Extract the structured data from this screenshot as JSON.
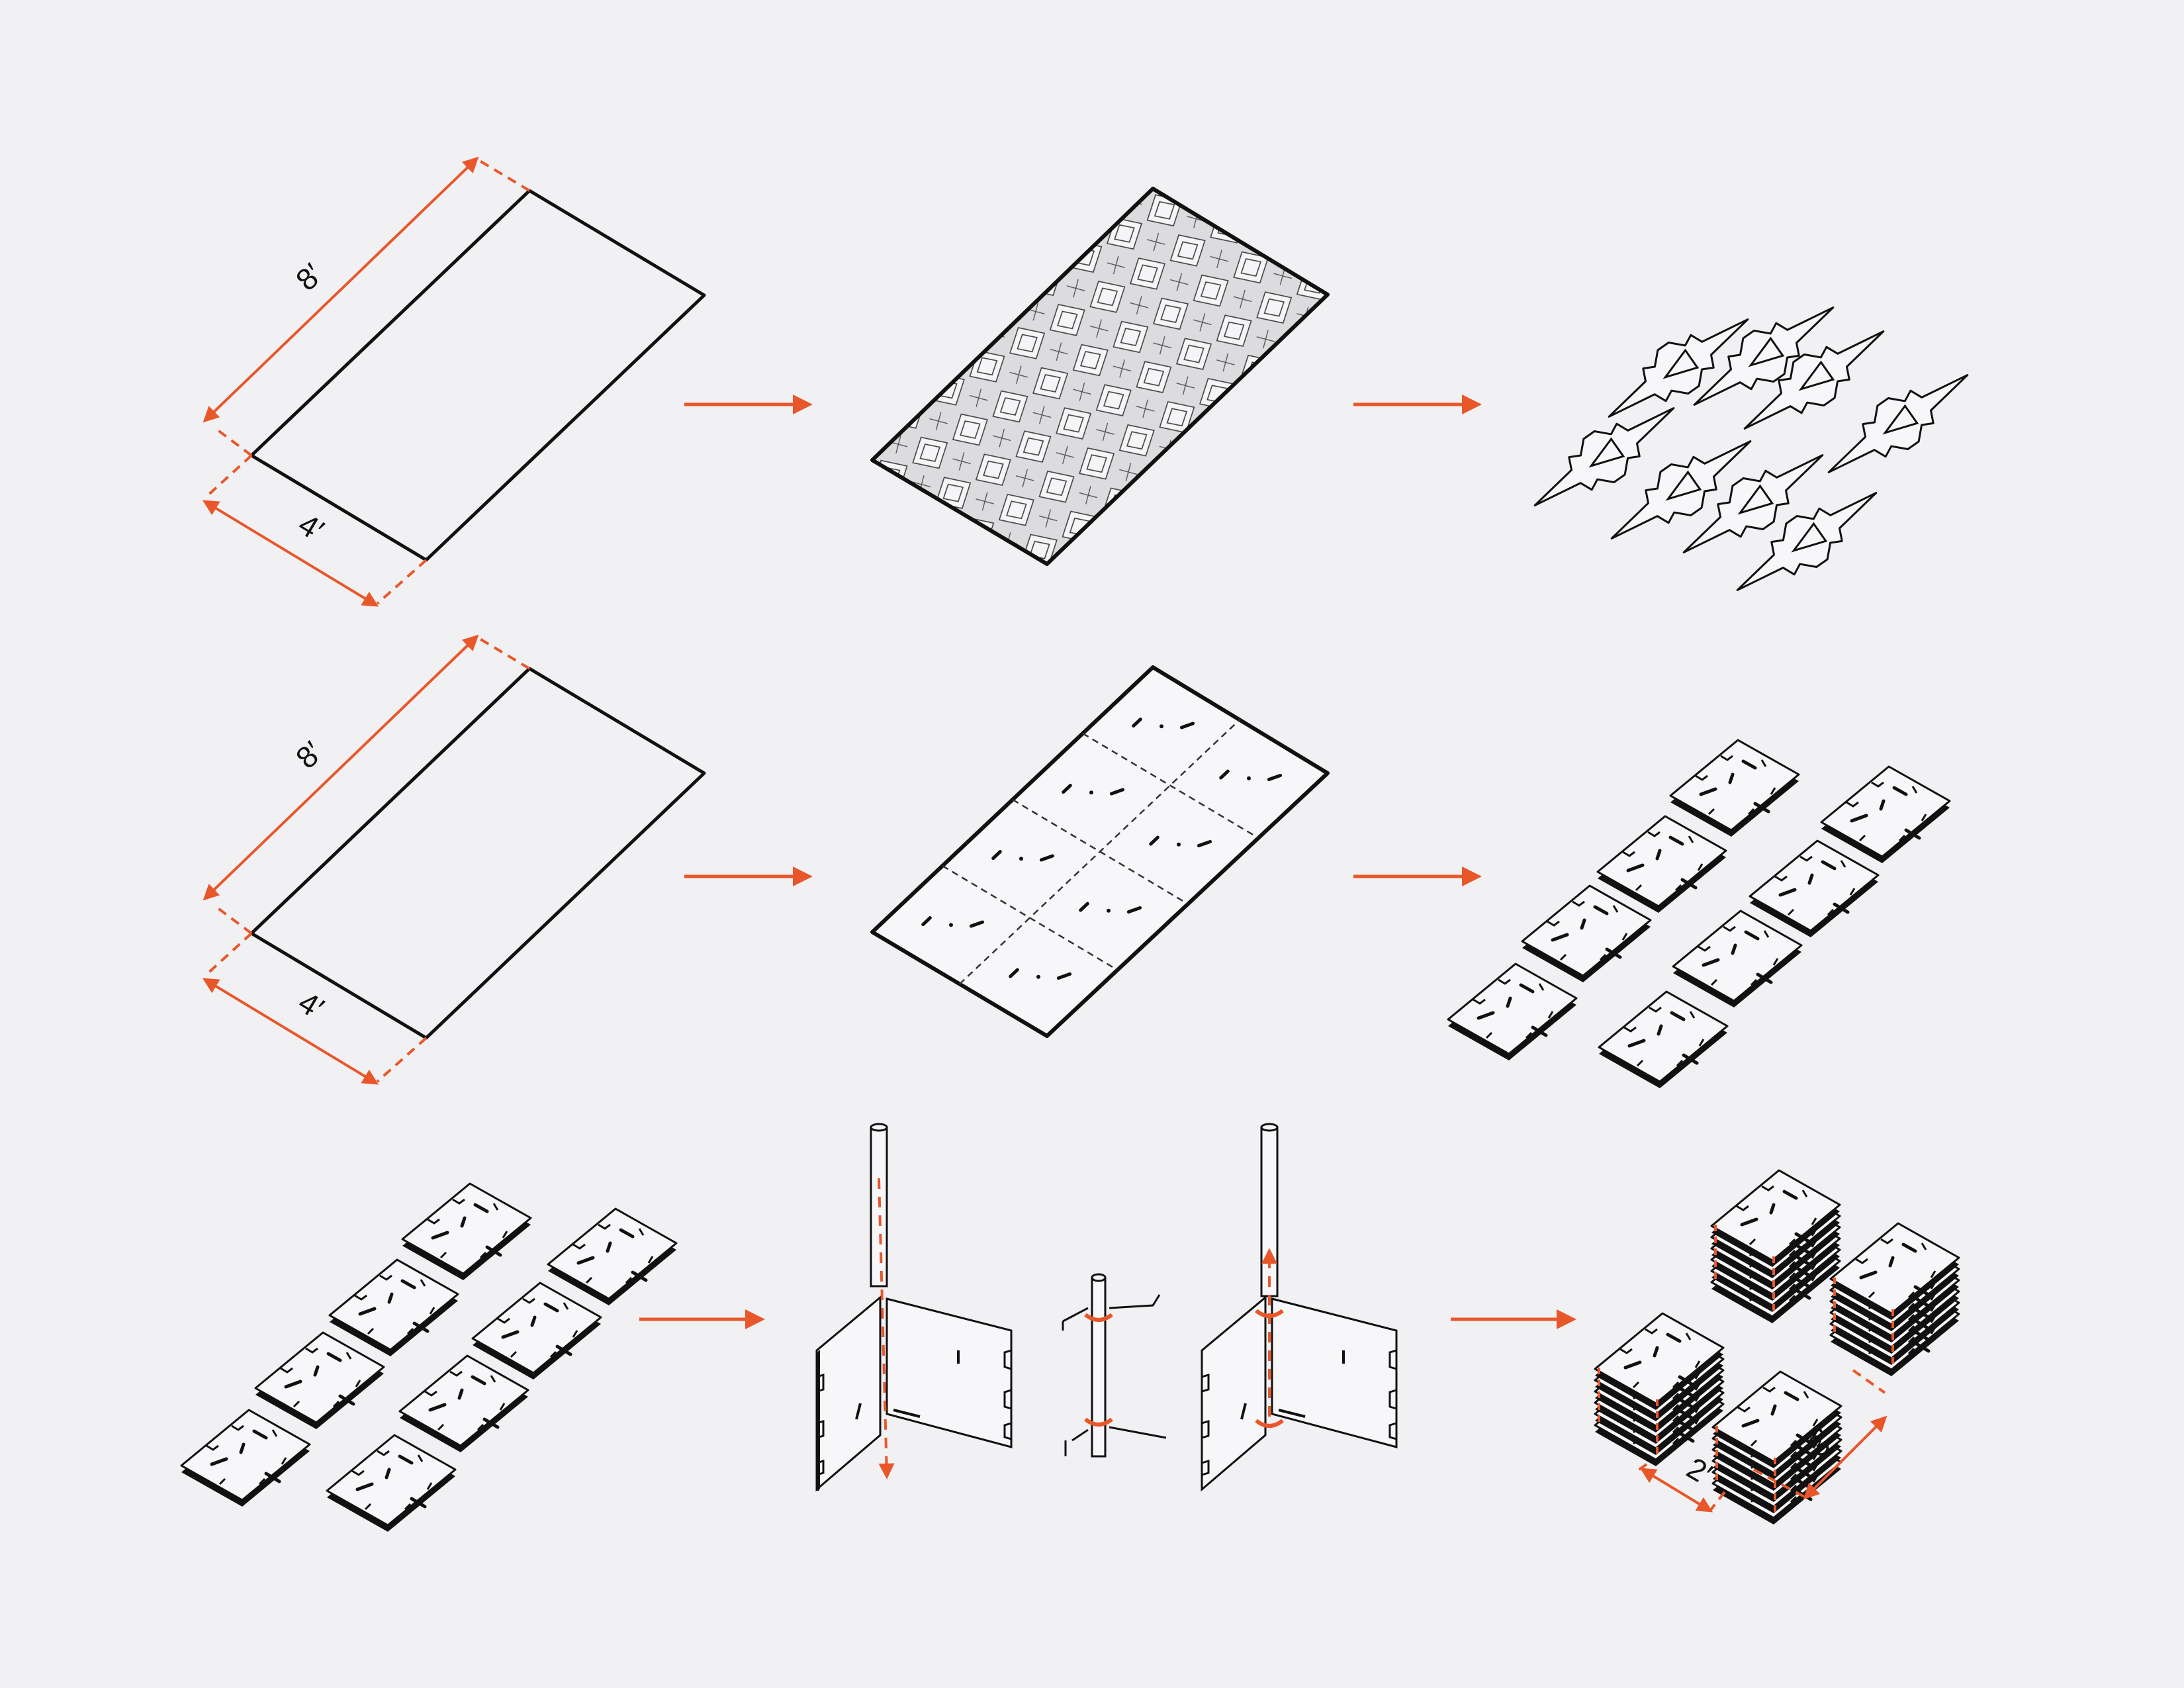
{
  "dimensions": {
    "row1_length": "8′",
    "row1_width": "4′",
    "row2_length": "8′",
    "row2_width": "4′",
    "stack_width": "2′",
    "stack_depth": "3′"
  },
  "colors": {
    "accent": "#e8572a",
    "line": "#111111",
    "background": "#f1f0f3",
    "panel_fill": "#f7f6f8"
  },
  "icons": {
    "arrow": "right-arrow-icon"
  }
}
